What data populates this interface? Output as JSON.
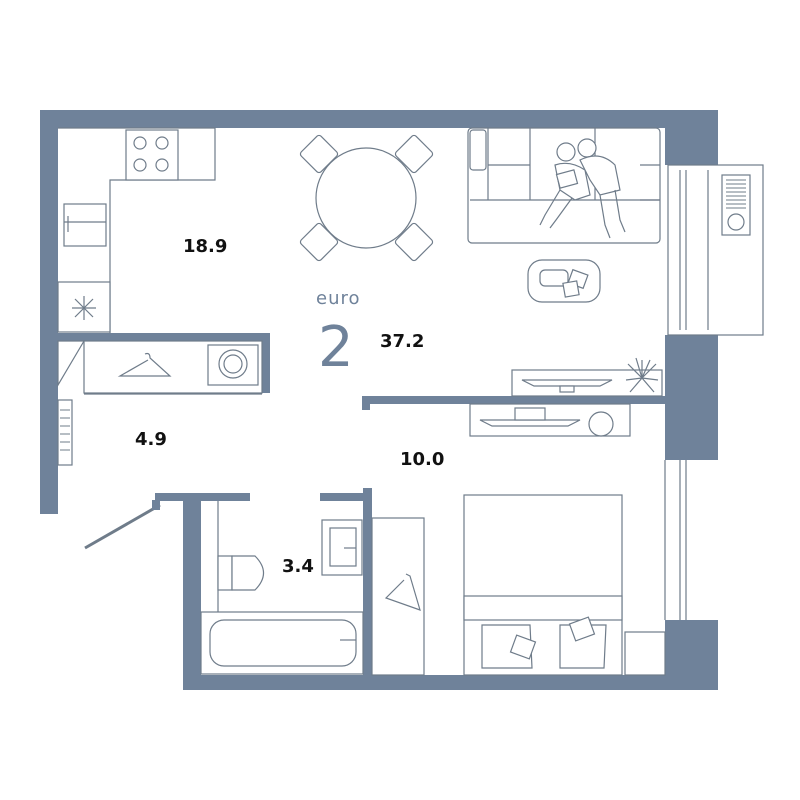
{
  "plan": {
    "type_label": "euro",
    "rooms_count": "2",
    "total_area": "37.2",
    "areas": {
      "kitchen_living": "18.9",
      "hallway": "4.9",
      "bedroom": "10.0",
      "bathroom": "3.4"
    }
  },
  "colors": {
    "wall": "#6f829a",
    "furniture_stroke": "#6f7c8a",
    "text": "#111111"
  },
  "icons": [
    "cooktop-icon",
    "oven-icon",
    "fridge-icon",
    "dining-table-icon",
    "sofa-icon",
    "people-icon",
    "coffee-table-icon",
    "tv-stand-icon",
    "plant-icon",
    "washing-machine-icon",
    "hanger-icon",
    "radiator-icon",
    "toilet-icon",
    "sink-icon",
    "bathtub-icon",
    "wardrobe-icon",
    "bed-icon",
    "ac-unit-icon",
    "door-icon"
  ]
}
